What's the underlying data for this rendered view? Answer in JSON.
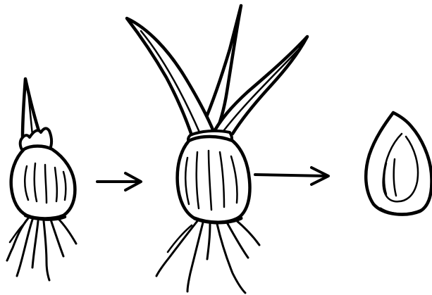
{
  "diagram": {
    "type": "growth-cycle-illustration",
    "stages": [
      {
        "name": "sprouting-bulb"
      },
      {
        "name": "bulb-with-leaves"
      },
      {
        "name": "new-bulb"
      }
    ],
    "arrows": 2,
    "colors": {
      "ink": "#000000",
      "background": "#ffffff"
    }
  }
}
